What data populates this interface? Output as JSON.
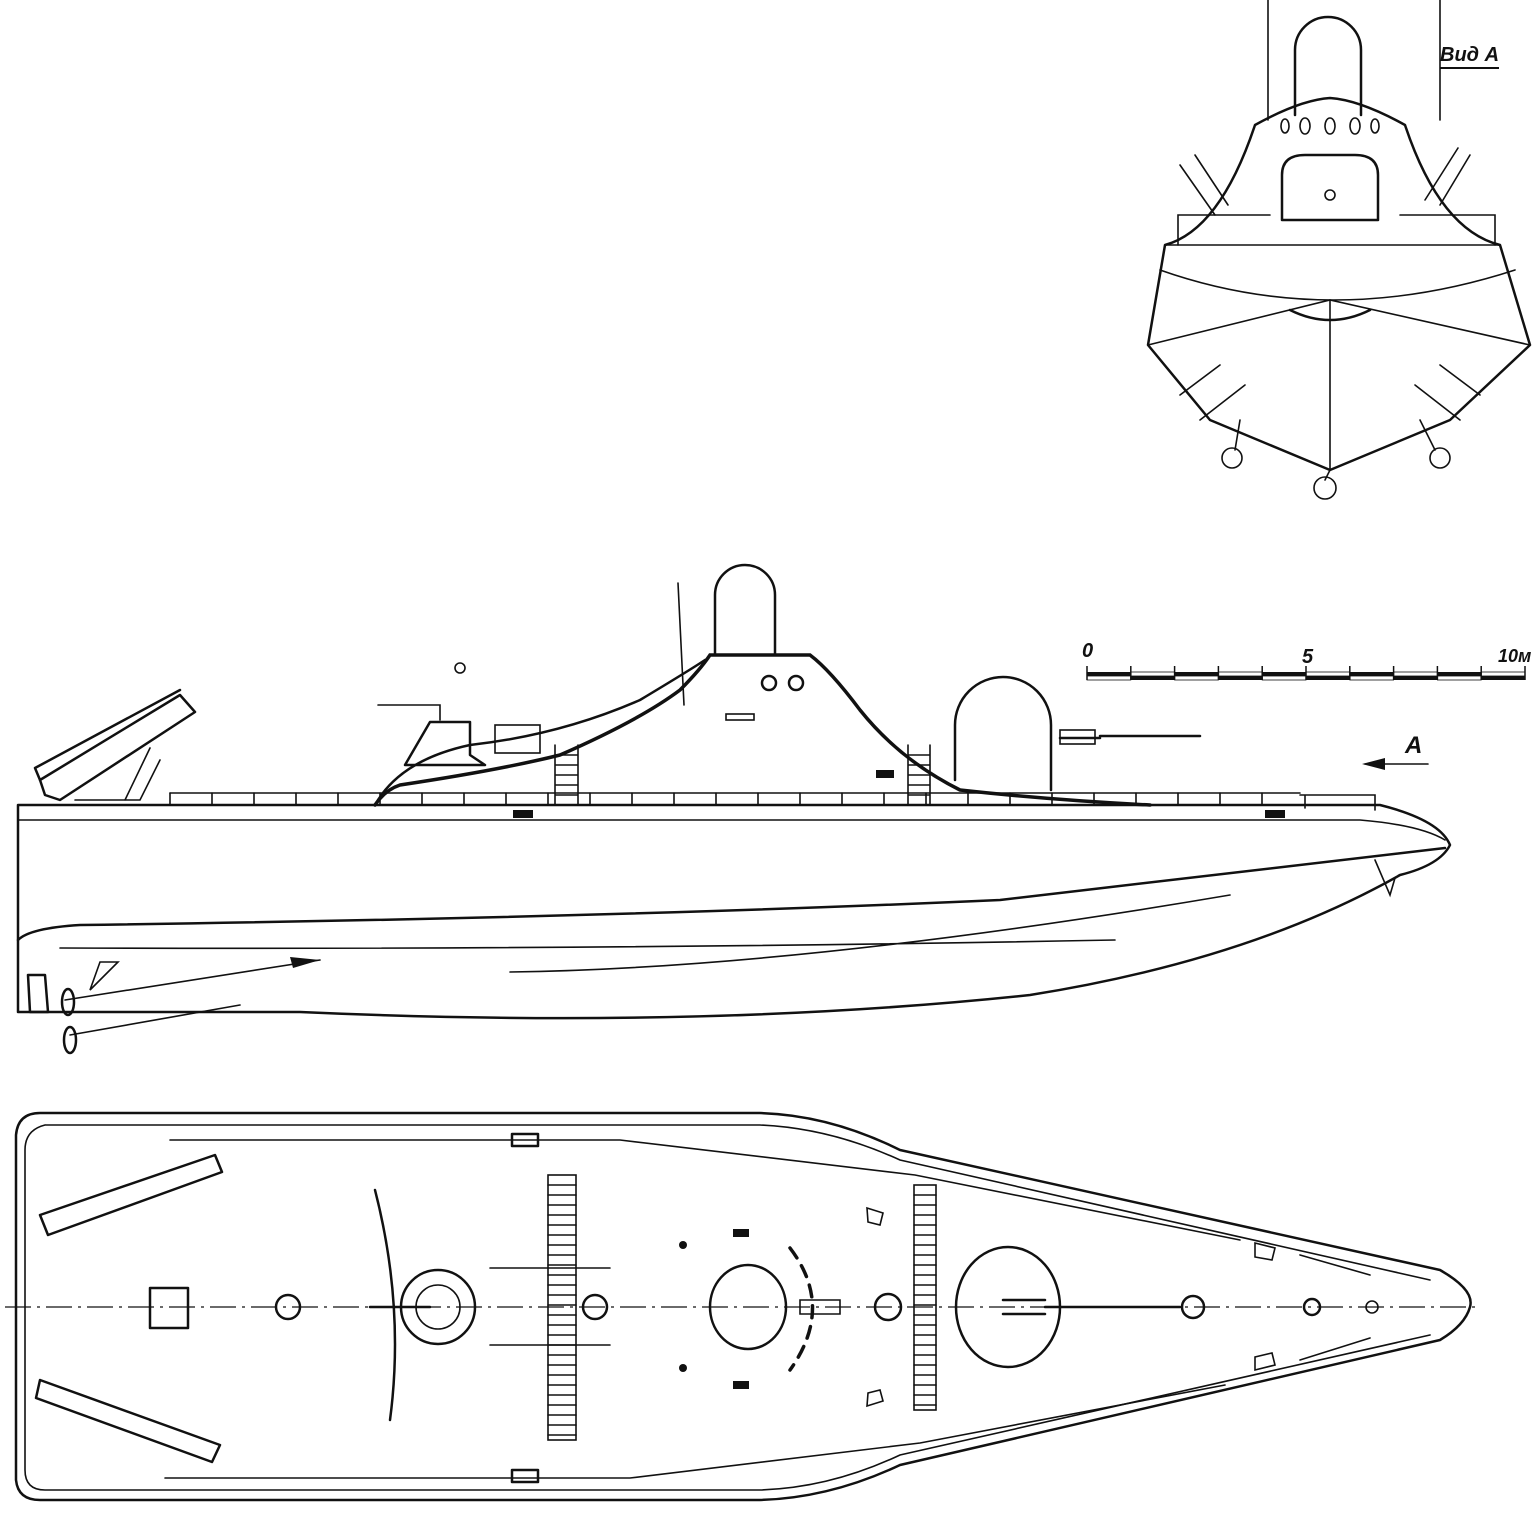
{
  "view_a": {
    "title": "Вид А"
  },
  "scale_bar": {
    "start_label": "0",
    "mid_label": "5",
    "end_label": "10м",
    "divisions": 10,
    "length_m": 10
  },
  "section_marker": {
    "label": "А"
  },
  "colors": {
    "ink": "#111111",
    "paper": "#ffffff"
  }
}
